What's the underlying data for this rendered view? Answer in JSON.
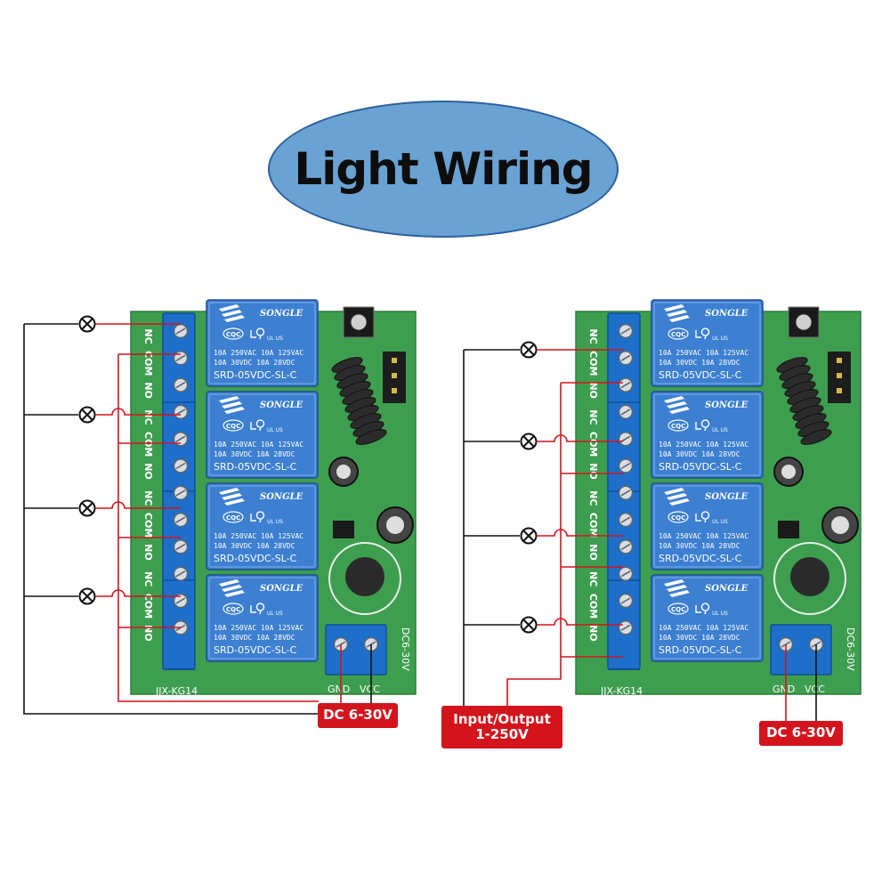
{
  "title": "Light Wiring",
  "labels": {
    "dc_left": "DC 6-30V",
    "dc_right": "DC 6-30V",
    "io_line1": "Input/Output",
    "io_line2": "1-250V"
  },
  "relay": {
    "brand": "SONGLE",
    "spec_line1": "10A 250VAC  10A 125VAC",
    "spec_line2": "10A 30VDC  10A 28VDC",
    "model": "SRD-05VDC-SL-C",
    "cert": "CQC",
    "ul_mark": "UL US"
  },
  "board": {
    "silk_model": "JJX-KG14",
    "terminal_labels": [
      "NC",
      "COM",
      "NO",
      "NC",
      "COM",
      "NO",
      "NC",
      "COM",
      "NO",
      "NC",
      "COM",
      "NO"
    ],
    "gnd": "GND",
    "vcc": "VCC",
    "dc_range": "DC6-30V"
  },
  "colors": {
    "title_fill": "#6aa2d3",
    "board_green": "#3e9e4f",
    "terminal_blue": "#1d6fc9",
    "relay_blue": "#3d7fd1",
    "wire_red": "#d4141c",
    "label_red": "#d4141c"
  }
}
